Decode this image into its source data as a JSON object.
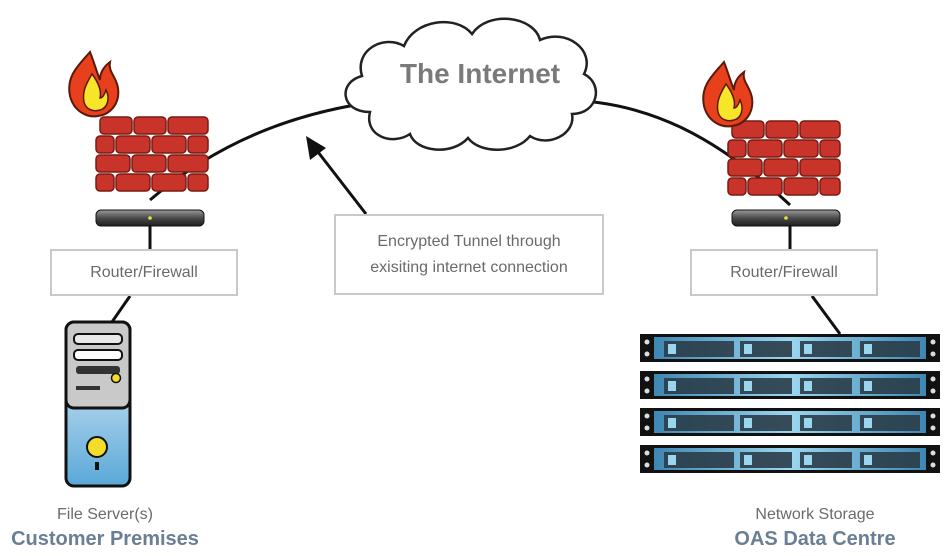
{
  "cloud": {
    "label": "The Internet"
  },
  "left": {
    "router_label": "Router/Firewall",
    "device_caption": "File Server(s)",
    "site_caption": "Customer Premises"
  },
  "right": {
    "router_label": "Router/Firewall",
    "device_caption": "Network Storage",
    "site_caption": "OAS Data Centre"
  },
  "tunnel": {
    "line1": "Encrypted Tunnel through",
    "line2": "exisiting internet connection"
  },
  "colors": {
    "brick": "#c8342a",
    "flame_outer": "#e8401c",
    "flame_inner": "#f7e52a",
    "caption_blue": "#6a7f94",
    "box_border": "#c9c9c9",
    "rack_blue": "#7fc6e6"
  }
}
